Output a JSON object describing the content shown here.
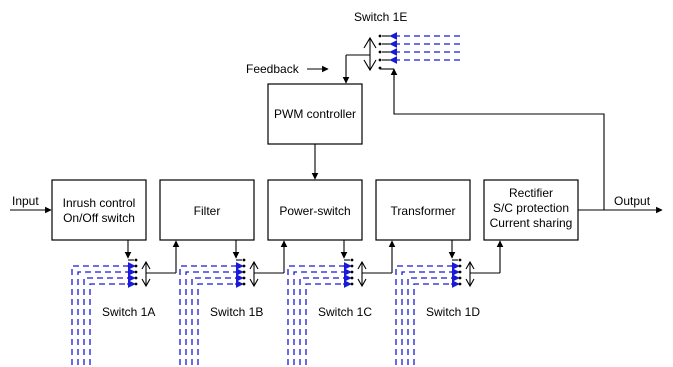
{
  "blocks": {
    "inrush": {
      "line1": "Inrush control",
      "line2": "On/Off switch"
    },
    "filter": {
      "label": "Filter"
    },
    "power_switch": {
      "label": "Power-switch"
    },
    "transformer": {
      "label": "Transformer"
    },
    "rectifier": {
      "line1": "Rectifier",
      "line2": "S/C protection",
      "line3": "Current sharing"
    },
    "pwm": {
      "label": "PWM controller"
    }
  },
  "labels": {
    "input": "Input",
    "output": "Output",
    "feedback": "Feedback",
    "switch_1a": "Switch 1A",
    "switch_1b": "Switch 1B",
    "switch_1c": "Switch 1C",
    "switch_1d": "Switch 1D",
    "switch_1e": "Switch 1E"
  },
  "colors": {
    "control_lines": "#1a1ad6",
    "block_border": "#000000"
  }
}
